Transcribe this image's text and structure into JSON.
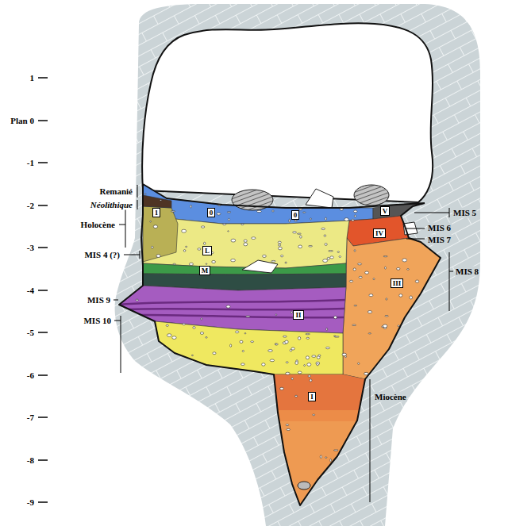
{
  "diagram": {
    "nodes": [
      {
        "text": [
          "1"
        ]
      },
      {
        "text": [
          "0"
        ]
      },
      {
        "text": [
          "0"
        ]
      },
      {
        "text": [
          "V"
        ]
      },
      {
        "text": [
          "IV"
        ]
      },
      {
        "text": [
          "L"
        ]
      },
      {
        "text": [
          "M"
        ]
      },
      {
        "text": [
          "III"
        ]
      },
      {
        "text": [
          "II"
        ]
      },
      {
        "text": [
          "I"
        ]
      }
    ],
    "labels": [
      "1",
      "Plan 0",
      "-1",
      "-2",
      "-3",
      "-4",
      "-5",
      "-6",
      "-7",
      "-8",
      "-9",
      "Remanié",
      "Néolithique",
      "Holocène",
      "MIS 4 (?)",
      "MIS 9",
      "MIS 10",
      "MIS 5",
      "MIS 6",
      "MIS 7",
      "MIS 8",
      "Miocène"
    ]
  }
}
